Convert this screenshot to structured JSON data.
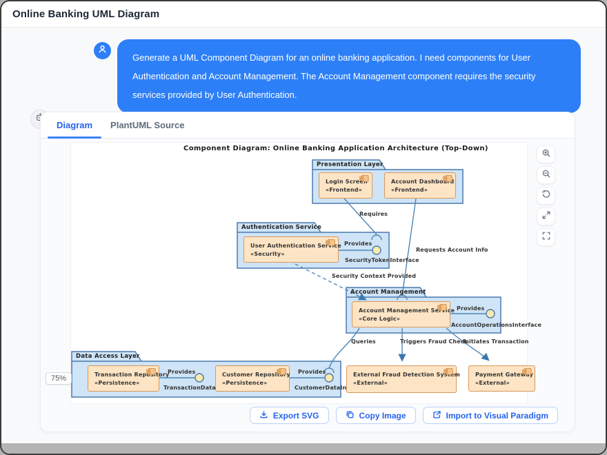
{
  "window": {
    "title": "Online Banking UML Diagram"
  },
  "chat": {
    "user_message": "Generate a UML Component Diagram for an online banking application. I need components for User Authentication and Account Management. The Account Management component requires the security services provided by User Authentication."
  },
  "panel": {
    "tabs": [
      {
        "label": "Diagram",
        "active": true
      },
      {
        "label": "PlantUML Source",
        "active": false
      }
    ],
    "zoom_level": "75%",
    "zoom_controls": [
      {
        "icon": "zoom-in-icon"
      },
      {
        "icon": "zoom-out-icon"
      },
      {
        "icon": "reset-view-icon"
      },
      {
        "icon": "expand-icon"
      },
      {
        "icon": "fullscreen-icon"
      }
    ],
    "actions": [
      {
        "label": "Export SVG",
        "icon": "download-icon"
      },
      {
        "label": "Copy Image",
        "icon": "copy-icon"
      },
      {
        "label": "Import to Visual Paradigm",
        "icon": "external-link-icon"
      }
    ]
  },
  "diagram": {
    "title": "Component Diagram: Online Banking Application Architecture (Top-Down)",
    "packages": [
      {
        "name": "Presentation Layer"
      },
      {
        "name": "Authentication Service"
      },
      {
        "name": "Account Management"
      },
      {
        "name": "Data Access Layer"
      }
    ],
    "components": [
      {
        "name": "Login Screen",
        "stereotype": "«Frontend»"
      },
      {
        "name": "Account Dashboard",
        "stereotype": "«Frontend»"
      },
      {
        "name": "User Authentication Service",
        "stereotype": "«Security»"
      },
      {
        "name": "Account Management Service",
        "stereotype": "«Core Logic»"
      },
      {
        "name": "Transaction Repository",
        "stereotype": "«Persistence»"
      },
      {
        "name": "Customer Repository",
        "stereotype": "«Persistence»"
      },
      {
        "name": "External Fraud Detection System",
        "stereotype": "«External»"
      },
      {
        "name": "Payment Gateway",
        "stereotype": "«External»"
      }
    ],
    "interfaces": [
      {
        "provides_label": "Provides",
        "name": "SecurityTokenInterface"
      },
      {
        "provides_label": "Provides",
        "name": "AccountOperationsInterface"
      },
      {
        "provides_label": "Provides",
        "name": "TransactionDataInterface"
      },
      {
        "provides_label": "Provides",
        "name": "CustomerDataInterface"
      }
    ],
    "edge_labels": [
      {
        "text": "Requires"
      },
      {
        "text": "Requests Account Info"
      },
      {
        "text": "Security Context Provided"
      },
      {
        "text": "Queries"
      },
      {
        "text": "Triggers Fraud Check"
      },
      {
        "text": "Initiates Transaction"
      }
    ]
  },
  "colors": {
    "accent": "#2563eb",
    "user_bubble": "#2d7ff7",
    "package_fill": "#cfe4f6",
    "package_border": "#4a7aad",
    "component_fill": "#fde4c4",
    "component_border": "#d8975a",
    "edge_line": "#4c86b8",
    "lollipop_fill": "#fce9ad"
  }
}
